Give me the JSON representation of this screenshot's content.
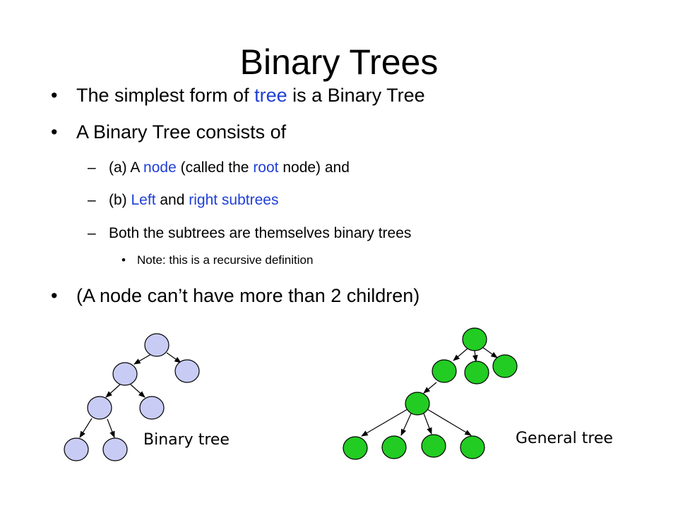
{
  "title": "Binary Trees",
  "bullets": {
    "b1": {
      "before": "The simplest form of ",
      "highlight": "tree",
      "after": " is a Binary Tree"
    },
    "b2": {
      "text": "A Binary Tree consists of"
    },
    "b2a": {
      "t1": "(a) A ",
      "h1": "node",
      "t2": " (called the ",
      "h2": "root",
      "t3": " node) and"
    },
    "b2b": {
      "t1": "(b) ",
      "h1": "Left",
      "t2": " and ",
      "h2": "right subtrees"
    },
    "b2c": {
      "text": "Both the subtrees are themselves binary trees"
    },
    "b2c1": {
      "text": "Note: this is a recursive definition"
    },
    "b3": {
      "text": "(A node can’t have more than 2 children)"
    }
  },
  "markers": {
    "bullet": "•",
    "dash": "–"
  },
  "diagrams": {
    "binary_tree": {
      "caption": "Binary tree",
      "node_fill": "#c8ccf5"
    },
    "general_tree": {
      "caption": "General tree",
      "node_fill": "#22cc22"
    }
  },
  "colors": {
    "highlight": "#1f3fd6",
    "text": "#000000",
    "edge": "#000000"
  }
}
